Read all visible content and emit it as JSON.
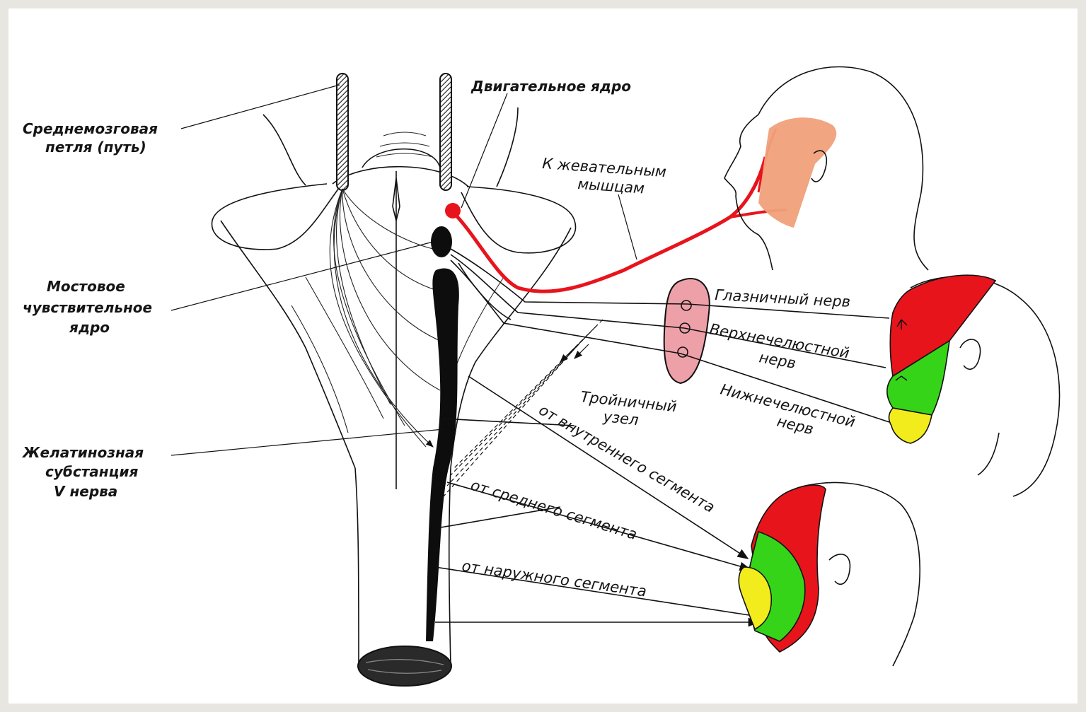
{
  "labels": {
    "midbrain_loop_1": "Среднемозговая",
    "midbrain_loop_2": "петля (путь)",
    "motor_nucleus": "Двигательное ядро",
    "chewing_1": "К жевательным",
    "chewing_2": "мышцам",
    "pontine_1": "Мостовое",
    "pontine_2": "чувствительное",
    "pontine_3": "ядро",
    "gelatinous_1": "Желатинозная",
    "gelatinous_2": "субстанция",
    "gelatinous_3": "V нерва",
    "ophthalmic": "Глазничный  нерв",
    "maxillary_1": "Верхнечелюстной",
    "maxillary_2": "нерв",
    "mandibular_1": "Нижнечелюстной",
    "mandibular_2": "нерв",
    "trigeminal_1": "Тройничный",
    "trigeminal_2": "узел",
    "inner_segment": "от внутреннего сегмента",
    "middle_segment": "от среднего  сегмента",
    "outer_segment": "от наружного сегмента"
  },
  "colors": {
    "motor_path": "#e8141c",
    "muscle_area": "#f0a07a",
    "zone_red": "#e8141c",
    "zone_green": "#36d418",
    "zone_yellow": "#f2ec1c",
    "ganglion": "#eea0a8"
  }
}
